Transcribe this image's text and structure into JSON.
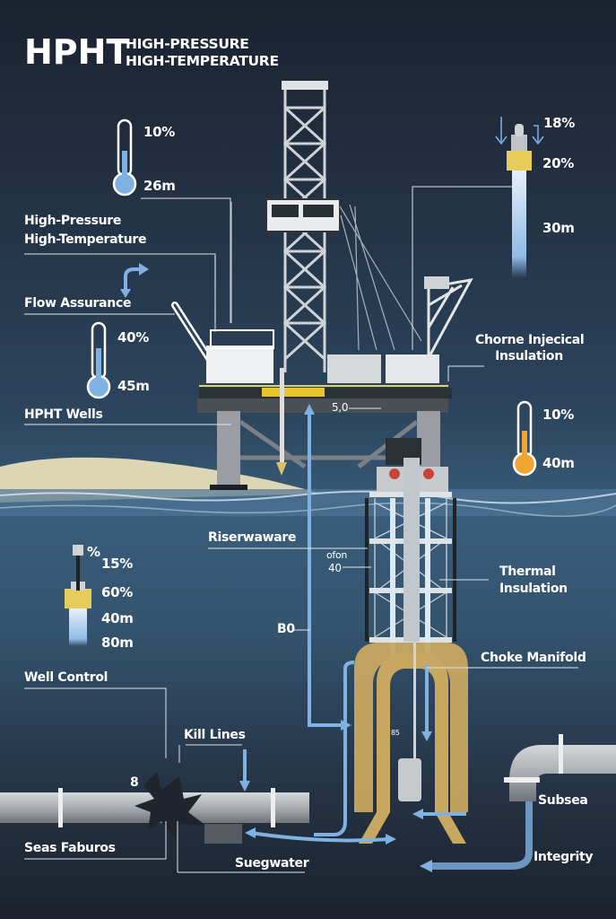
{
  "header": {
    "title": "HPHT",
    "subtitle_line1": "HIGH-PRESSURE",
    "subtitle_line2": "HIGH-TEMPERATURE"
  },
  "labels": {
    "hp_ht_line1": "High-Pressure",
    "hp_ht_line2": "High-Temperature",
    "flow_assurance": "Flow Assurance",
    "hpht_wells": "HPHT Wells",
    "chorne_line1": "Chorne Injecical",
    "chorne_line2": "Insulation",
    "riserwaware": "Riserwaware",
    "thermal_line1": "Thermal",
    "thermal_line2": "Insulation",
    "choke_manifold": "Choke Manifold",
    "well_control": "Well Control",
    "kill_lines": "Kill Lines",
    "subsea": "Subsea",
    "integrity": "Integrity",
    "seas_faburos": "Seas Faburos",
    "suegwater": "Suegwater",
    "ofon": "ofon",
    "ofon_value": "40",
    "b0": "B0",
    "platform_value": "5,0",
    "marker_8": "8",
    "marker_85": "85"
  },
  "gauges": {
    "thermo_top_left": {
      "top": "10%",
      "bottom": "26m",
      "fill": 0.55,
      "color": "#7fb2e3"
    },
    "thermo_mid_left": {
      "top": "40%",
      "bottom": "45m",
      "fill": 0.6,
      "color": "#7fb2e3"
    },
    "thermo_right": {
      "top": "10%",
      "bottom": "40m",
      "fill": 0.45,
      "color": "#f0a531"
    },
    "probe_right": {
      "v1": "18%",
      "v2": "20%",
      "v3": "30m"
    },
    "probe_left": {
      "v0": "%",
      "v1": "15%",
      "v2": "60%",
      "v3": "40m",
      "v4": "80m"
    }
  },
  "colors": {
    "flow_blue": "#7fb2e3",
    "casing_gold": "#c8a860",
    "pipe_gray": "#b9bdc0",
    "sand": "#ddd6b4"
  }
}
